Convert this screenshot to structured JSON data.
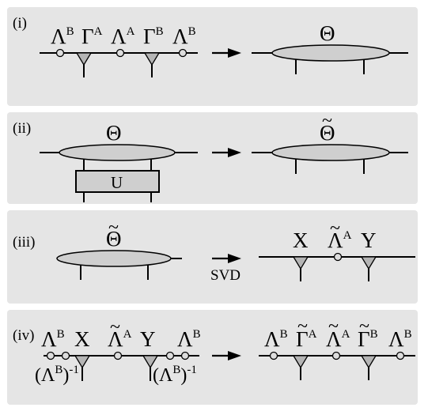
{
  "panels": {
    "i": {
      "id": "(i)",
      "left_labels": [
        {
          "main": "Λ",
          "sup": "B"
        },
        {
          "main": "Γ",
          "sup": "A"
        },
        {
          "main": "Λ",
          "sup": "A"
        },
        {
          "main": "Γ",
          "sup": "B"
        },
        {
          "main": "Λ",
          "sup": "B"
        }
      ],
      "right_label": "Θ"
    },
    "ii": {
      "id": "(ii)",
      "left_label": "Θ",
      "gate_label": "U",
      "right_label": "Θ",
      "right_tilde": "~"
    },
    "iii": {
      "id": "(iii)",
      "left_label": "Θ",
      "left_tilde": "~",
      "arrow_label": "SVD",
      "right_labels": [
        {
          "main": "X",
          "sup": ""
        },
        {
          "main": "Λ",
          "sup": "A",
          "tilde": "~"
        },
        {
          "main": "Y",
          "sup": ""
        }
      ]
    },
    "iv": {
      "id": "(iv)",
      "left_labels": [
        {
          "main": "Λ",
          "sup": "B"
        },
        {
          "main": "X",
          "sup": ""
        },
        {
          "main": "Λ",
          "sup": "A",
          "tilde": "~"
        },
        {
          "main": "Y",
          "sup": ""
        },
        {
          "main": "Λ",
          "sup": "B"
        }
      ],
      "inverse_labels": [
        {
          "open": "(Λ",
          "sup": "B",
          "close": ")",
          "power": "-1"
        },
        {
          "open": "(Λ",
          "sup": "B",
          "close": ")",
          "power": "-1"
        }
      ],
      "right_labels": [
        {
          "main": "Λ",
          "sup": "B"
        },
        {
          "main": "Γ",
          "sup": "A",
          "tilde": "~"
        },
        {
          "main": "Λ",
          "sup": "A",
          "tilde": "~"
        },
        {
          "main": "Γ",
          "sup": "B",
          "tilde": "~"
        },
        {
          "main": "Λ",
          "sup": "B"
        }
      ]
    }
  }
}
